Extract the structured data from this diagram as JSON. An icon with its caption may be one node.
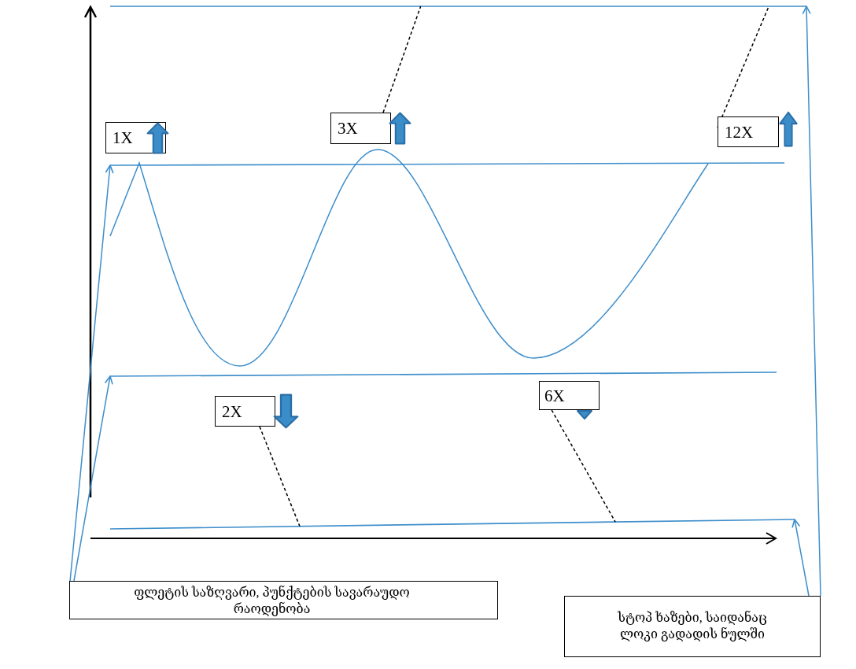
{
  "diagram": {
    "nodes": [
      {
        "text": [
          "1X"
        ]
      },
      {
        "text": [
          "3X"
        ]
      },
      {
        "text": [
          "12X"
        ]
      },
      {
        "text": [
          "2X"
        ]
      },
      {
        "text": [
          "6X"
        ]
      },
      {
        "text": [
          "ფლეტის საზღვარი, პუნქტების სავარაუდო რაოდენობა"
        ]
      },
      {
        "text": [
          "სტოპ ხაზები, საიდანაც ლოკი გადადის ნულში"
        ]
      },
      {
        "text": [],
        "shape": "line"
      },
      {
        "text": [],
        "shape": "line"
      },
      {
        "text": [],
        "shape": "line"
      },
      {
        "text": [],
        "shape": "line"
      }
    ],
    "edges": [
      {
        "from": 1,
        "to": 7,
        "arrow": "none",
        "style": "dashed",
        "color": "#000000"
      },
      {
        "from": 2,
        "to": 7,
        "arrow": "none",
        "style": "dashed",
        "color": "#000000"
      },
      {
        "from": 3,
        "to": 10,
        "arrow": "none",
        "style": "dashed",
        "color": "#000000"
      },
      {
        "from": 4,
        "to": 10,
        "arrow": "none",
        "style": "dashed",
        "color": "#000000"
      },
      {
        "from": 5,
        "to": 8,
        "arrow": "to",
        "color": "#3e8ecb"
      },
      {
        "from": 5,
        "to": 9,
        "arrow": "to",
        "color": "#3e8ecb"
      },
      {
        "from": 6,
        "to": 7,
        "arrow": "to",
        "color": "#3e8ecb"
      },
      {
        "from": 6,
        "to": 10,
        "arrow": "to",
        "color": "#3e8ecb"
      }
    ]
  }
}
